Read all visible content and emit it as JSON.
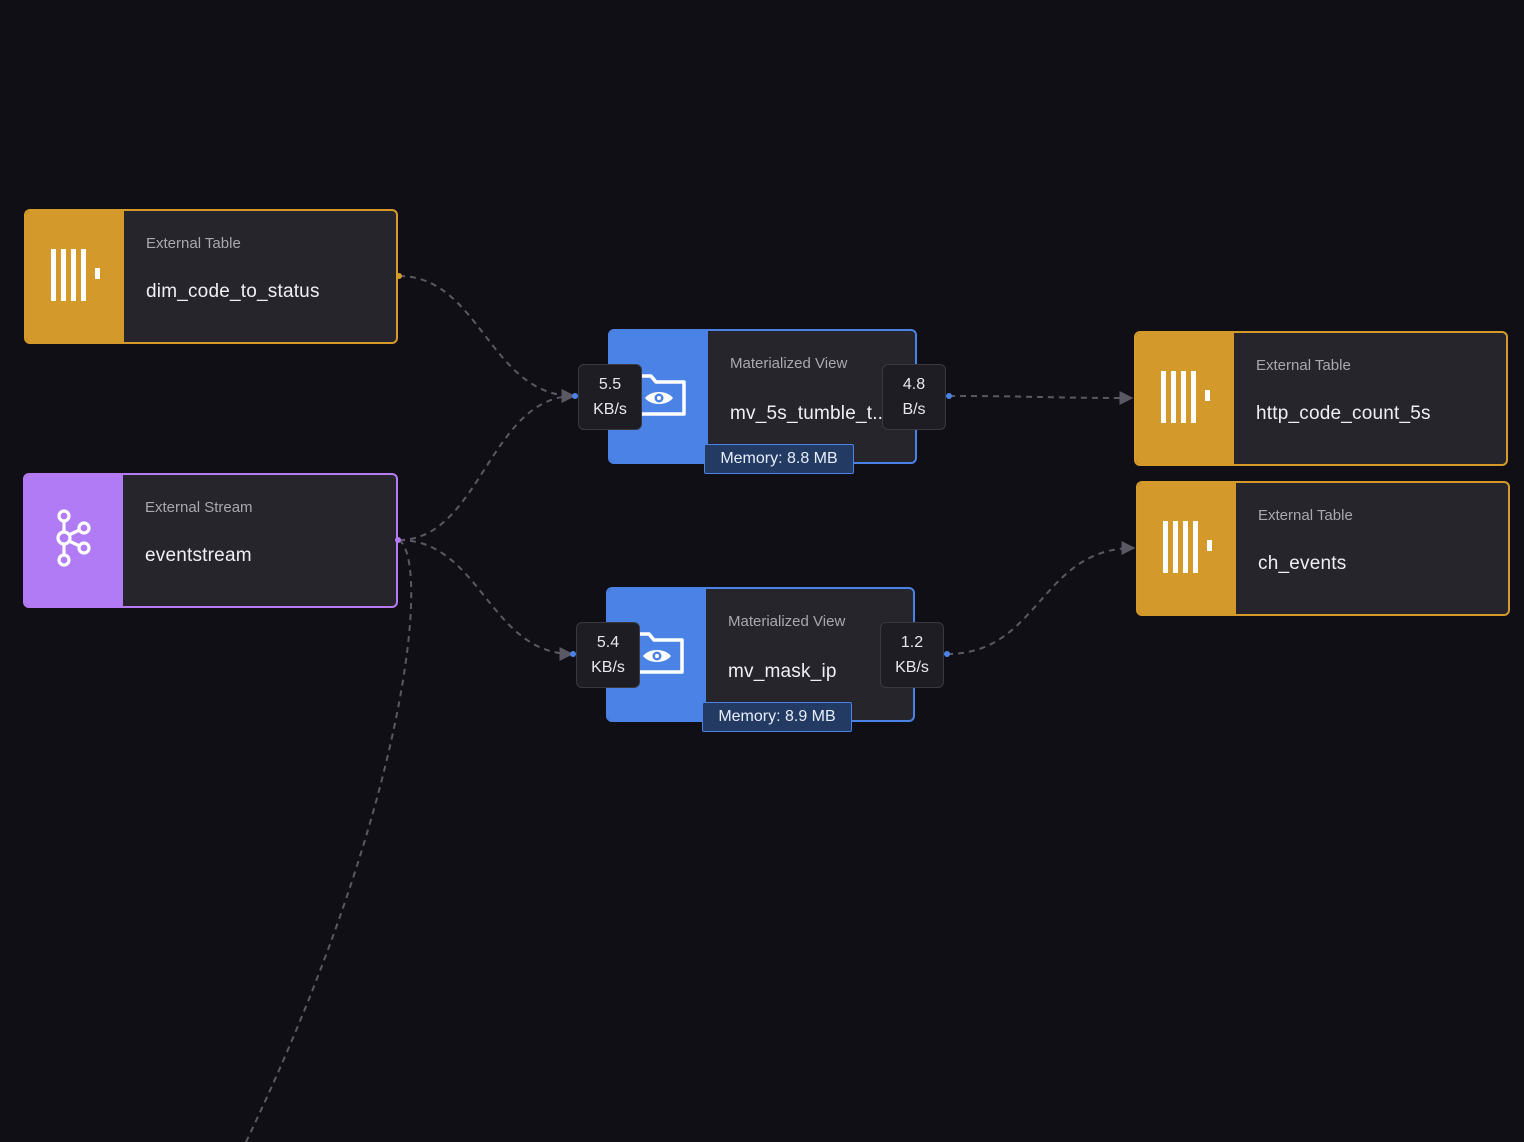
{
  "colors": {
    "background": "#110f16",
    "external_table": "#d39a2b",
    "external_stream": "#b07bf4",
    "materialized_view": "#4a82e6",
    "edge": "#5a5862"
  },
  "nodes": {
    "dim_code_to_status": {
      "kind": "External Table",
      "name": "dim_code_to_status",
      "icon": "clickhouse-icon"
    },
    "eventstream": {
      "kind": "External Stream",
      "name": "eventstream",
      "icon": "kafka-icon"
    },
    "mv_5s_tumble": {
      "kind": "Materialized View",
      "name": "mv_5s_tumble_t...",
      "icon": "folder-eye-icon",
      "input_rate": {
        "value": "5.5",
        "unit": "KB/s"
      },
      "output_rate": {
        "value": "4.8",
        "unit": "B/s"
      },
      "memory": "Memory: 8.8 MB"
    },
    "mv_mask_ip": {
      "kind": "Materialized View",
      "name": "mv_mask_ip",
      "icon": "folder-eye-icon",
      "input_rate": {
        "value": "5.4",
        "unit": "KB/s"
      },
      "output_rate": {
        "value": "1.2",
        "unit": "KB/s"
      },
      "memory": "Memory: 8.9 MB"
    },
    "http_code_count_5s": {
      "kind": "External Table",
      "name": "http_code_count_5s",
      "icon": "clickhouse-icon"
    },
    "ch_events": {
      "kind": "External Table",
      "name": "ch_events",
      "icon": "clickhouse-icon"
    }
  },
  "edges": [
    {
      "from": "dim_code_to_status",
      "to": "mv_5s_tumble"
    },
    {
      "from": "eventstream",
      "to": "mv_5s_tumble"
    },
    {
      "from": "eventstream",
      "to": "mv_mask_ip"
    },
    {
      "from": "mv_5s_tumble",
      "to": "http_code_count_5s"
    },
    {
      "from": "mv_mask_ip",
      "to": "ch_events"
    },
    {
      "from": "eventstream",
      "to": "offscreen"
    }
  ]
}
